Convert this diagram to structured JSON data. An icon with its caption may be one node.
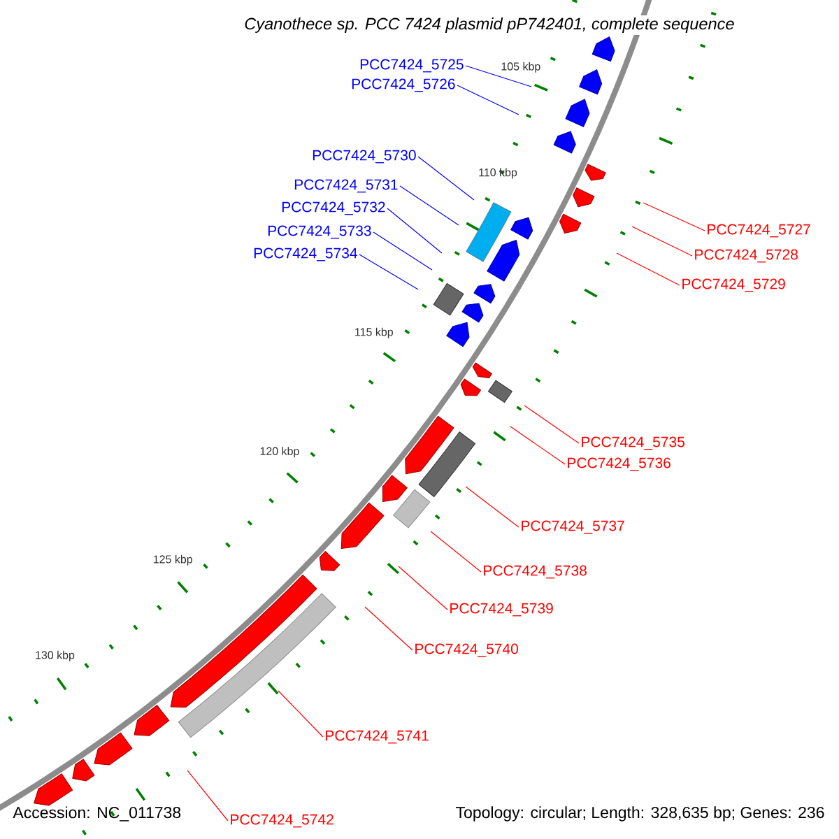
{
  "diagram": {
    "title": "Cyanothece sp. PCC 7424 plasmid pP742401, complete sequence",
    "nodes": [
      {
        "text": [
          "PCC7424_5725"
        ]
      },
      {
        "text": [
          "PCC7424_5726"
        ]
      },
      {
        "text": [
          "PCC7424_5730"
        ]
      },
      {
        "text": [
          "PCC7424_5731"
        ]
      },
      {
        "text": [
          "PCC7424_5732"
        ]
      },
      {
        "text": [
          "PCC7424_5727"
        ]
      },
      {
        "text": [
          "PCC7424_5733"
        ]
      },
      {
        "text": [
          "PCC7424_5728"
        ]
      },
      {
        "text": [
          "PCC7424_5734"
        ]
      },
      {
        "text": [
          "PCC7424_5729"
        ]
      },
      {
        "text": [
          "PCC7424_5735"
        ]
      },
      {
        "text": [
          "PCC7424_5736"
        ]
      },
      {
        "text": [
          "PCC7424_5737"
        ]
      },
      {
        "text": [
          "PCC7424_5738"
        ]
      },
      {
        "text": [
          "PCC7424_5739"
        ]
      },
      {
        "text": [
          "PCC7424_5740"
        ]
      },
      {
        "text": [
          "PCC7424_5741"
        ]
      },
      {
        "text": [
          "PCC7424_5742"
        ]
      }
    ],
    "edges": [
      {
        "from": 0,
        "to": null,
        "arrow": "none",
        "color": "#0000ff"
      },
      {
        "from": 1,
        "to": null,
        "arrow": "none",
        "color": "#0000ff"
      },
      {
        "from": 2,
        "to": null,
        "arrow": "none",
        "color": "#0000ff"
      },
      {
        "from": 3,
        "to": null,
        "arrow": "none",
        "color": "#0000ff"
      },
      {
        "from": 4,
        "to": null,
        "arrow": "none",
        "color": "#0000ff"
      },
      {
        "from": 5,
        "to": null,
        "arrow": "none"
      },
      {
        "from": 6,
        "to": null,
        "arrow": "none",
        "color": "#0000ff"
      },
      {
        "from": 7,
        "to": null,
        "arrow": "none"
      },
      {
        "from": 8,
        "to": null,
        "arrow": "none",
        "color": "#0000ff"
      },
      {
        "from": 9,
        "to": null,
        "arrow": "none"
      },
      {
        "from": 10,
        "to": null,
        "arrow": "none"
      },
      {
        "from": 11,
        "to": null,
        "arrow": "none"
      },
      {
        "from": 12,
        "to": null,
        "arrow": "none"
      },
      {
        "from": 13,
        "to": null,
        "arrow": "none"
      },
      {
        "from": 14,
        "to": null,
        "arrow": "none"
      },
      {
        "from": 15,
        "to": null,
        "arrow": "none"
      },
      {
        "from": 16,
        "to": null,
        "arrow": "none"
      },
      {
        "from": 17,
        "to": null,
        "arrow": "none"
      }
    ],
    "labels": [
      "105 kbp",
      "110 kbp",
      "115 kbp",
      "120 kbp",
      "125 kbp",
      "130 kbp",
      "Accession: NC_011738",
      "Topology: circular; Length: 328,635 bp; Genes: 236"
    ]
  }
}
